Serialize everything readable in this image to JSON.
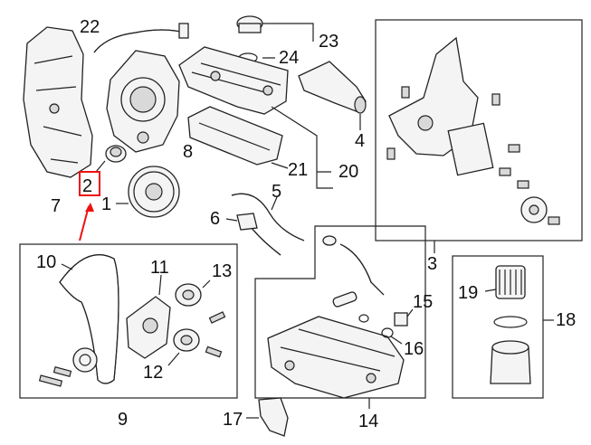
{
  "callouts": {
    "c2": "2",
    "c1": "1",
    "c3": "3",
    "c4": "4",
    "c5": "5",
    "c6": "6",
    "c7": "7",
    "c8": "8",
    "c9": "9",
    "c10": "10",
    "c11": "11",
    "c12": "12",
    "c13": "13",
    "c14": "14",
    "c15": "15",
    "c16": "16",
    "c17": "17",
    "c18": "18",
    "c19": "19",
    "c20": "20",
    "c21": "21",
    "c22": "22",
    "c23": "23",
    "c24": "24"
  },
  "colors": {
    "highlight": "#e11111",
    "line": "#222222",
    "fill": "#f4f4f4"
  },
  "highlighted_part": "2"
}
